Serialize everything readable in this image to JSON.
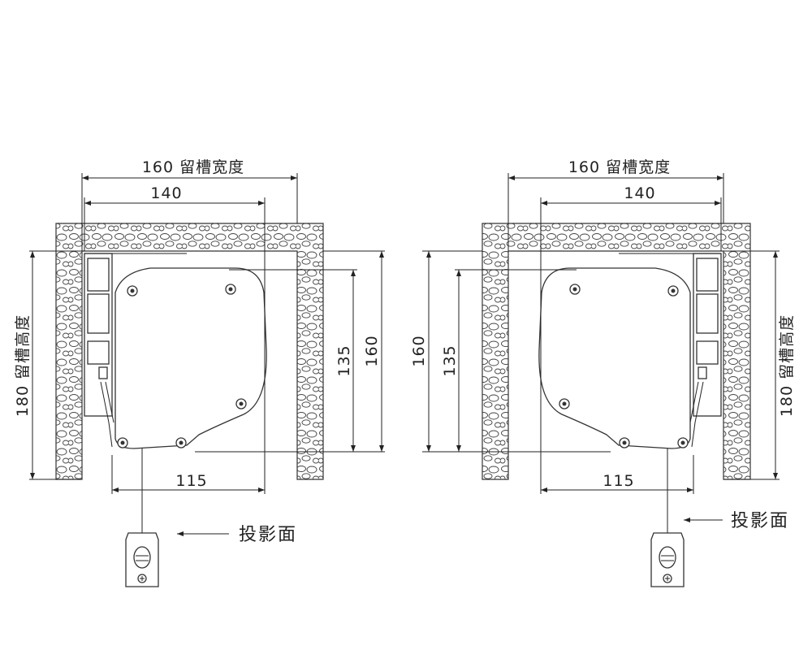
{
  "diagrams": [
    {
      "id": "left",
      "dims": {
        "slot_width": "160 留槽宽度",
        "inner_width": "140",
        "bottom_width": "115",
        "body_height": "135",
        "inner_height": "160",
        "slot_height": "180 留槽高度"
      },
      "projection_label": "投影面"
    },
    {
      "id": "right",
      "dims": {
        "slot_width": "160 留槽宽度",
        "inner_width": "140",
        "bottom_width": "115",
        "body_height": "135",
        "inner_height": "160",
        "slot_height": "180 留槽高度"
      },
      "projection_label": "投影面"
    }
  ]
}
